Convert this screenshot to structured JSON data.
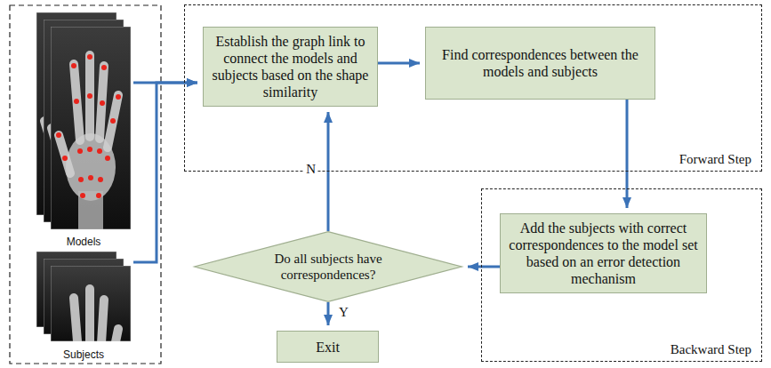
{
  "diagram": {
    "nodes": [
      {
        "text": [
          "Models"
        ]
      },
      {
        "text": [
          "Subjects"
        ]
      },
      {
        "text": [
          "Forward Step"
        ]
      },
      {
        "text": [
          "Establish the graph link to connect the models and subjects based on the shape similarity"
        ],
        "in": 2
      },
      {
        "text": [
          "Find correspondences between the models and subjects"
        ],
        "in": 2
      },
      {
        "text": [
          "Backward Step"
        ]
      },
      {
        "text": [
          "Add the subjects with correct correspondences to the model set based on an error detection mechanism"
        ],
        "in": 5
      },
      {
        "text": [
          "Do all subjects have correspondences?"
        ]
      },
      {
        "text": [
          "Exit"
        ]
      }
    ],
    "edges": [
      {
        "from": 0,
        "to": 3,
        "arrow": "to"
      },
      {
        "from": 1,
        "to": 3,
        "arrow": "to"
      },
      {
        "from": 3,
        "to": 4,
        "arrow": "to"
      },
      {
        "from": 4,
        "to": 6,
        "arrow": "to"
      },
      {
        "from": 6,
        "to": 7,
        "arrow": "to"
      },
      {
        "from": 7,
        "to": 3,
        "label": "N",
        "arrow": "to"
      },
      {
        "from": 7,
        "to": 8,
        "label": "Y",
        "arrow": "to"
      }
    ]
  }
}
